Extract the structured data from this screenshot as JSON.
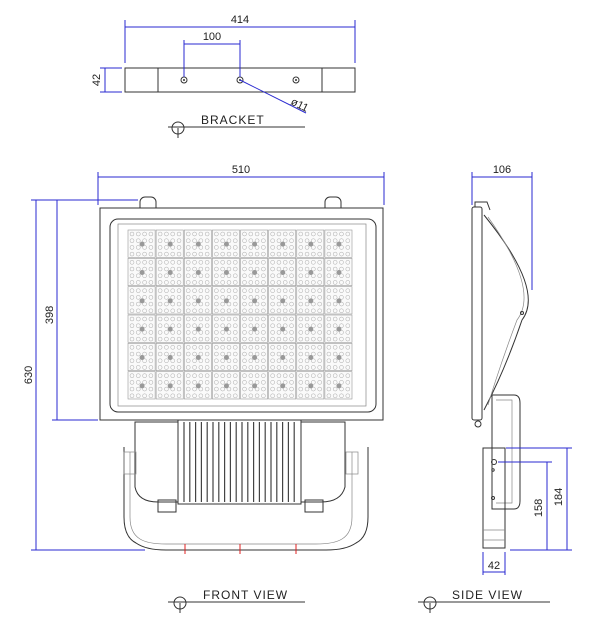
{
  "bracket": {
    "title": "BRACKET",
    "dim_length": "414",
    "dim_hole_spacing": "100",
    "dim_height": "42",
    "dim_hole_dia": "ø11"
  },
  "front": {
    "title": "FRONT VIEW",
    "dim_width": "510",
    "dim_head_height": "398",
    "dim_total_height": "630",
    "led_grid": {
      "cols": 8,
      "rows": 6
    }
  },
  "side": {
    "title": "SIDE VIEW",
    "dim_depth": "106",
    "dim_158": "158",
    "dim_184": "184",
    "dim_bracket_width": "42"
  },
  "colors": {
    "dimension": "#2a2ad0",
    "outline": "#333333",
    "marker": "#e02020"
  }
}
